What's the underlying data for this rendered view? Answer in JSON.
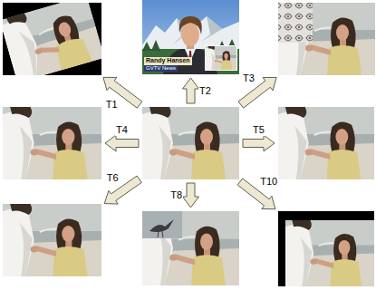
{
  "diagram": {
    "nodes": [
      {
        "text": []
      },
      {
        "text": [
          "Randy Hansen",
          "GVTV News"
        ]
      },
      {
        "text": []
      },
      {
        "text": []
      },
      {
        "text": []
      },
      {
        "text": []
      },
      {
        "text": []
      },
      {
        "text": []
      },
      {
        "text": []
      }
    ],
    "edges": [
      {
        "from": 4,
        "to": 0,
        "arrow": "to",
        "label": "T1"
      },
      {
        "from": 4,
        "to": 1,
        "arrow": "to",
        "label": "T2"
      },
      {
        "from": 4,
        "to": 2,
        "arrow": "to",
        "label": "T3"
      },
      {
        "from": 4,
        "to": 3,
        "arrow": "to",
        "label": "T4"
      },
      {
        "from": 4,
        "to": 5,
        "arrow": "to",
        "label": "T5"
      },
      {
        "from": 4,
        "to": 6,
        "arrow": "to",
        "label": "T6"
      },
      {
        "from": 4,
        "to": 7,
        "arrow": "to",
        "label": "T8"
      },
      {
        "from": 4,
        "to": 8,
        "arrow": "to",
        "label": "T10"
      }
    ]
  }
}
